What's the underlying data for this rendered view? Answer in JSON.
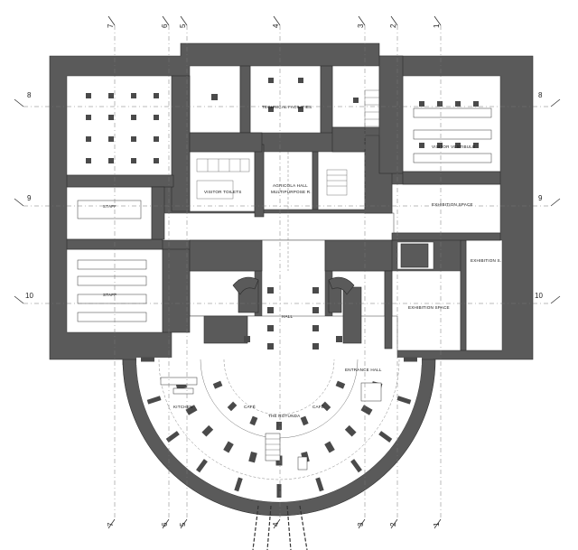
{
  "grid": {
    "vertical": [
      "7",
      "6",
      "5",
      "4",
      "3",
      "2",
      "1"
    ],
    "horizontal": [
      "8",
      "9",
      "10"
    ]
  },
  "rooms": {
    "technical_facilities": "TECHNICAL FACILITIES",
    "visitor_vestibule": "VISITOR VESTIBULE",
    "visitor_toilets": "VISITOR TOILETS",
    "agricola_hall": "AGRICOLA HALL",
    "multipurpose": "MULTIPURPOSE R.",
    "staff_upper": "STAFF",
    "staff_lower": "STAFF",
    "exhibition_space_upper": "EXHIBITION SPACE",
    "exhibition_s": "EXHIBITION S.",
    "exhibition_space_lower": "EXHIBITION SPACE",
    "hall": "HALL",
    "entrance_hall": "ENTRANCE HALL",
    "kitchen": "KITCHEN",
    "cafe_left": "CAFÉ",
    "cafe_right": "CAFÉ",
    "the_rotunda": "THE ROTUNDA"
  }
}
